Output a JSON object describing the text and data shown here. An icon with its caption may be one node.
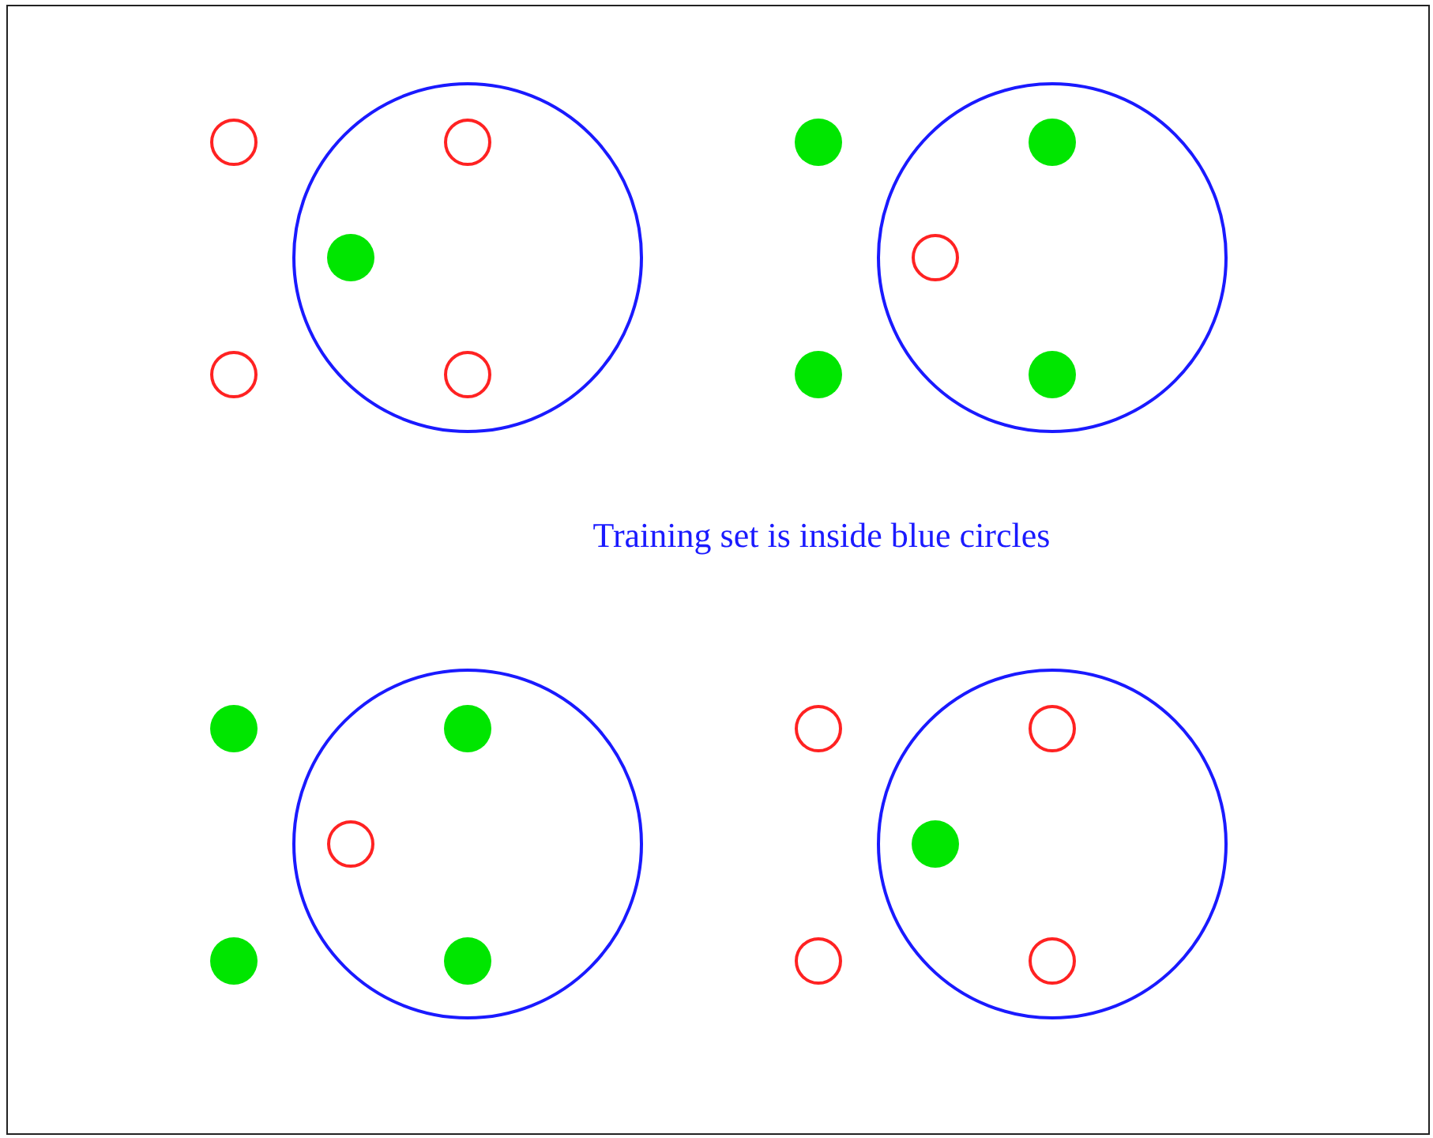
{
  "diagram": {
    "nodes": [
      {
        "text": [],
        "shape": "circle"
      },
      {
        "text": [],
        "shape": "circle"
      },
      {
        "text": [],
        "shape": "circle",
        "in": 1
      },
      {
        "text": [],
        "shape": "circle",
        "in": 1
      },
      {
        "text": [],
        "shape": "circle",
        "in": 1
      },
      {
        "text": [],
        "shape": "circle"
      },
      {
        "text": [],
        "shape": "circle"
      },
      {
        "text": [],
        "shape": "circle"
      },
      {
        "text": [],
        "shape": "circle",
        "in": 7
      },
      {
        "text": [],
        "shape": "circle",
        "in": 7
      },
      {
        "text": [],
        "shape": "circle",
        "in": 7
      },
      {
        "text": [],
        "shape": "circle"
      },
      {
        "text": [],
        "shape": "circle"
      },
      {
        "text": [],
        "shape": "circle"
      },
      {
        "text": [],
        "shape": "circle",
        "in": 13
      },
      {
        "text": [],
        "shape": "circle",
        "in": 13
      },
      {
        "text": [],
        "shape": "circle",
        "in": 13
      },
      {
        "text": [],
        "shape": "circle"
      },
      {
        "text": [],
        "shape": "circle"
      },
      {
        "text": [],
        "shape": "circle"
      },
      {
        "text": [],
        "shape": "circle",
        "in": 19
      },
      {
        "text": [],
        "shape": "circle",
        "in": 19
      },
      {
        "text": [],
        "shape": "circle",
        "in": 19
      },
      {
        "text": [],
        "shape": "circle"
      }
    ],
    "labels": [
      "Training set is inside blue circles"
    ]
  }
}
